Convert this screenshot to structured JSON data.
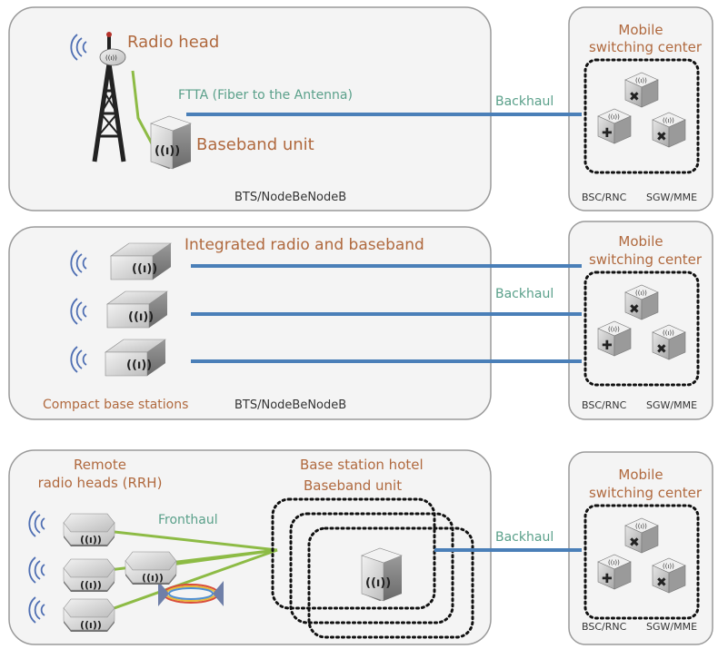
{
  "colors": {
    "accent_brown": "#b0693e",
    "accent_teal": "#5aa08a",
    "backhaul_blue": "#4a7fb8",
    "fronthaul_green": "#8dbb45"
  },
  "section1": {
    "radio_head": "Radio head",
    "ftta": "FTTA (Fiber to the Antenna)",
    "baseband_unit": "Baseband unit",
    "bts_label": "BTS/NodeBeNodeB",
    "backhaul": "Backhaul"
  },
  "section2": {
    "integrated": "Integrated radio and baseband",
    "compact": "Compact  base stations",
    "bts_label": "BTS/NodeBeNodeB",
    "backhaul": "Backhaul"
  },
  "section3": {
    "remote_line1": "Remote",
    "remote_line2": "radio heads (RRH)",
    "fronthaul": "Fronthaul",
    "hotel": "Base station hotel",
    "baseband_unit": "Baseband unit",
    "backhaul": "Backhaul"
  },
  "msc": {
    "line1": "Mobile",
    "line2": "switching center",
    "bsc": "BSC/RNC",
    "sgw": "SGW/MME"
  }
}
